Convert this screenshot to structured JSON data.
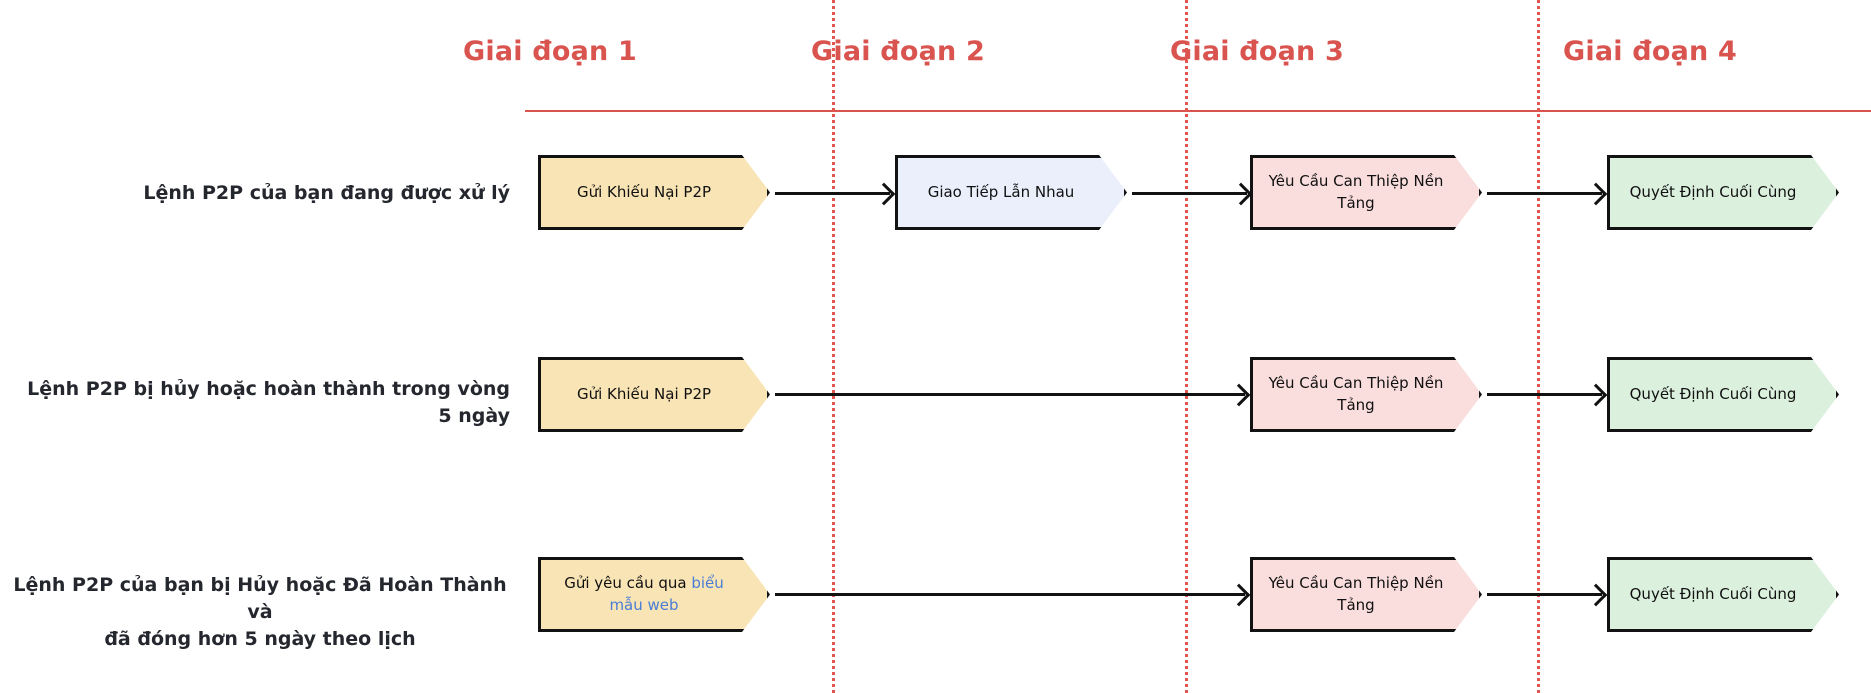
{
  "diagram": {
    "title_band": {
      "stages": [
        {
          "label": "Giai đoạn 1"
        },
        {
          "label": "Giai đoạn 2"
        },
        {
          "label": "Giai đoạn 3"
        },
        {
          "label": "Giai đoạn 4"
        }
      ],
      "accent_color": "#d9534f"
    },
    "rows": [
      {
        "label_line1": "Lệnh P2P của bạn đang được xử lý",
        "label_line2": "",
        "steps": {
          "stage1": "Gửi Khiếu Nại P2P",
          "stage2": "Giao Tiếp Lẫn Nhau",
          "stage3": "Yêu Cầu Can Thiệp Nền Tảng",
          "stage4": "Quyết Định Cuối Cùng"
        }
      },
      {
        "label_line1": "Lệnh P2P bị hủy hoặc hoàn thành trong vòng 5 ngày",
        "label_line2": "",
        "steps": {
          "stage1": "Gửi Khiếu Nại P2P",
          "stage3": "Yêu Cầu Can Thiệp Nền Tảng",
          "stage4": "Quyết Định Cuối Cùng"
        }
      },
      {
        "label_line1": "Lệnh P2P của bạn bị Hủy hoặc Đã Hoàn Thành và",
        "label_line2": "đã đóng hơn 5 ngày theo lịch",
        "steps": {
          "stage1_prefix": "Gửi yêu cầu qua ",
          "stage1_link": "biểu mẫu web",
          "stage3": "Yêu Cầu Can Thiệp Nền Tảng",
          "stage4": "Quyết Định Cuối Cùng"
        }
      }
    ],
    "colors": {
      "cream": "#f8e4b4",
      "blue": "#eaeffb",
      "pink": "#fadddd",
      "green": "#dcf0de",
      "link": "#4a7dd6",
      "stroke": "#121212"
    }
  }
}
